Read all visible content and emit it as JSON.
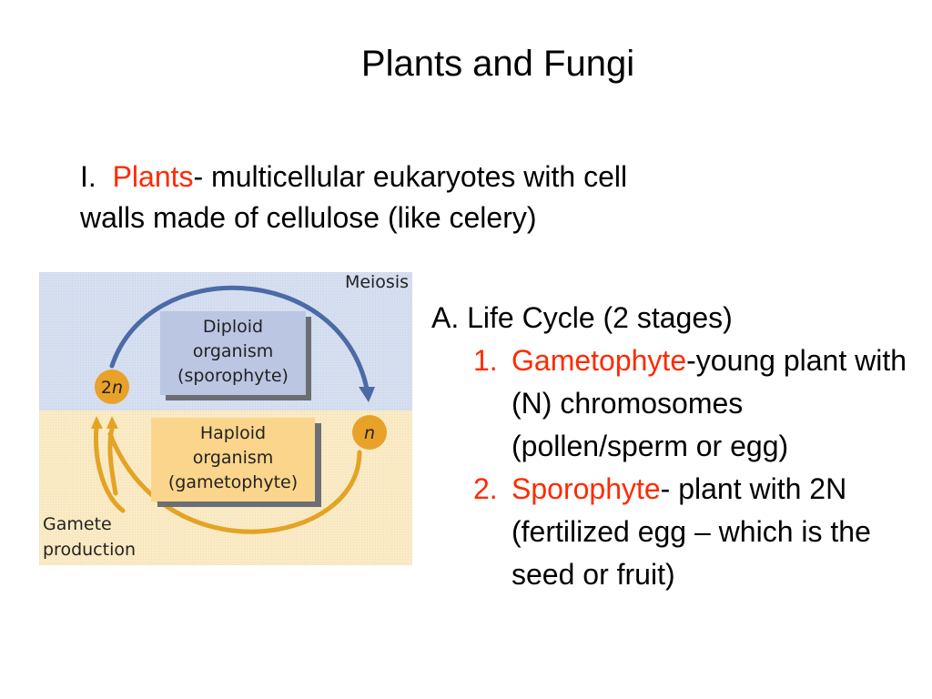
{
  "title": "Plants and Fungi",
  "intro": {
    "prefix": "I.",
    "term": "Plants",
    "definition": "- multicellular eukaryotes with cell",
    "line2": "walls made of cellulose (like celery)"
  },
  "diagram": {
    "meiosis_label": "Meiosis",
    "diploid_box": [
      "Diploid",
      "organism",
      "(sporophyte)"
    ],
    "haploid_box": [
      "Haploid",
      "organism",
      "(gametophyte)"
    ],
    "badge_2n_num": "2",
    "badge_2n_var": "n",
    "badge_n": "n",
    "gamete_label": [
      "Gamete",
      "production"
    ],
    "colors": {
      "top_band": "#d6dff0",
      "bottom_band": "#faebc6",
      "blue_arrow": "#4b6aa6",
      "orange_arrow": "#e3a324",
      "diploid_fill": "#bac6e2",
      "haploid_fill": "#fbd58b",
      "badge_fill": "#e8a22a",
      "box_shadow": "#6b6f75"
    }
  },
  "life_cycle": {
    "heading": "A.  Life Cycle (2 stages)",
    "items": [
      {
        "number": "1.",
        "term": "Gametophyte",
        "rest": "-young plant with (N) chromosomes (pollen/sperm or egg)"
      },
      {
        "number": "2.",
        "term": "Sporophyte",
        "rest": "- plant with 2N (fertilized egg – which is the seed or fruit)"
      }
    ]
  }
}
